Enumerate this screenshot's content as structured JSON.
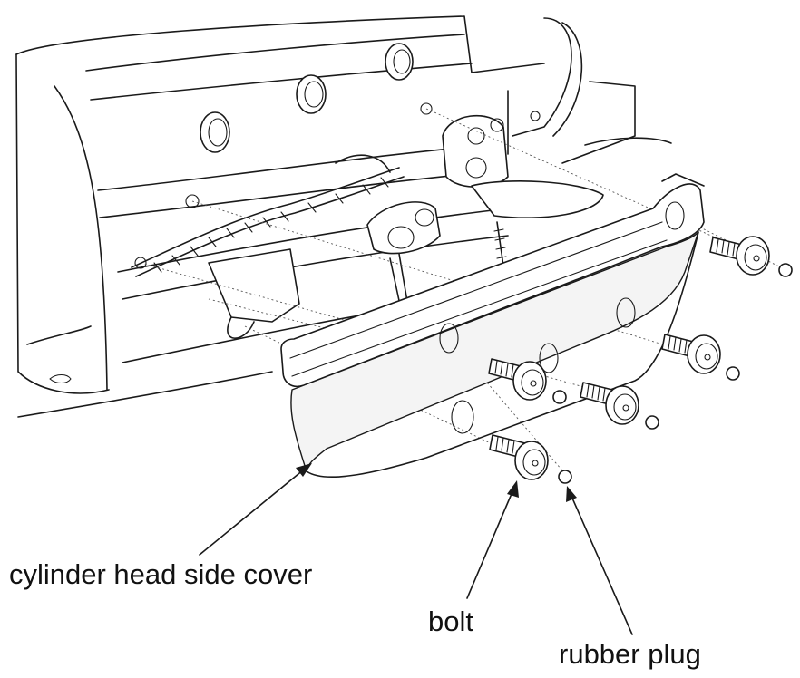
{
  "labels": {
    "cover": "cylinder head side cover",
    "bolt": "bolt",
    "plug": "rubber plug"
  },
  "colors": {
    "ink": "#1a1a1a",
    "background": "#ffffff"
  }
}
